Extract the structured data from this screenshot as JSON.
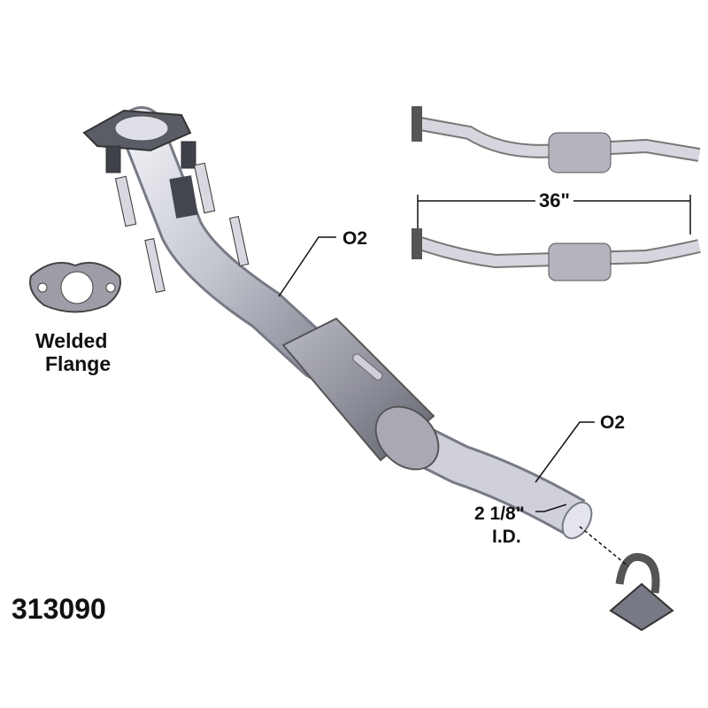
{
  "labels": {
    "o2_upper": "O2",
    "o2_lower": "O2",
    "welded_flange_line1": "Welded",
    "welded_flange_line2": "Flange",
    "length": "36\"",
    "diameter": "2 1/8\"",
    "diameter_unit": "I.D.",
    "part_number": "313090"
  },
  "colors": {
    "pipe": "#c9cad4",
    "pipe_dark": "#7d7f8c",
    "flange": "#555760"
  }
}
